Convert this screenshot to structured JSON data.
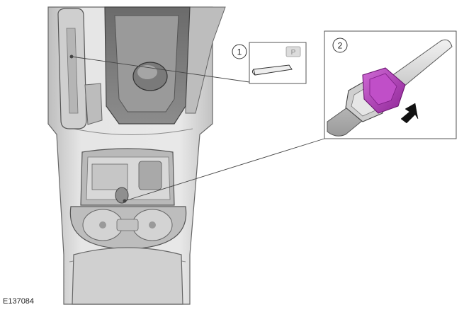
{
  "figure": {
    "reference_code": "E137084",
    "callouts": [
      {
        "number": "1",
        "depicts": "parking-brake-lever-icon"
      },
      {
        "number": "2",
        "depicts": "cable-adjuster-nut-icon"
      }
    ],
    "colors": {
      "highlight": "#b03ab8",
      "outline": "#555555",
      "console_fill": "#dcdcdc",
      "console_shadow": "#a8a8a8"
    }
  }
}
